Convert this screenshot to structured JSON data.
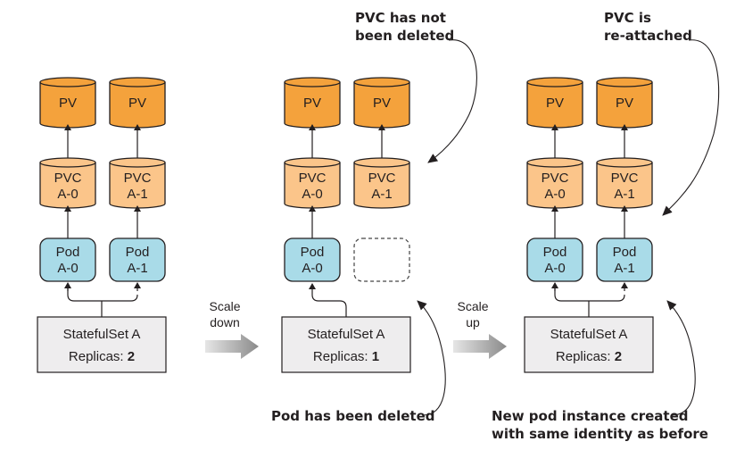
{
  "colors": {
    "pv_fill": "#f4a23c",
    "pvc_fill": "#fbc58a",
    "pod_fill": "#a9dbe8",
    "statefulset_fill": "#eeedee",
    "stroke": "#231f20",
    "arrow_gray": "#8a8a8a"
  },
  "panels": [
    {
      "pvs": [
        {
          "label": "PV"
        },
        {
          "label": "PV"
        }
      ],
      "pvcs": [
        {
          "line1": "PVC",
          "line2": "A-0"
        },
        {
          "line1": "PVC",
          "line2": "A-1"
        }
      ],
      "pods": [
        {
          "line1": "Pod",
          "line2": "A-0",
          "present": true
        },
        {
          "line1": "Pod",
          "line2": "A-1",
          "present": true
        }
      ],
      "statefulset": {
        "name": "StatefulSet A",
        "replicas_label": "Replicas:",
        "replicas": "2"
      }
    },
    {
      "pvs": [
        {
          "label": "PV"
        },
        {
          "label": "PV"
        }
      ],
      "pvcs": [
        {
          "line1": "PVC",
          "line2": "A-0"
        },
        {
          "line1": "PVC",
          "line2": "A-1"
        }
      ],
      "pods": [
        {
          "line1": "Pod",
          "line2": "A-0",
          "present": true
        },
        {
          "line1": "",
          "line2": "",
          "present": false
        }
      ],
      "statefulset": {
        "name": "StatefulSet A",
        "replicas_label": "Replicas:",
        "replicas": "1"
      }
    },
    {
      "pvs": [
        {
          "label": "PV"
        },
        {
          "label": "PV"
        }
      ],
      "pvcs": [
        {
          "line1": "PVC",
          "line2": "A-0"
        },
        {
          "line1": "PVC",
          "line2": "A-1"
        }
      ],
      "pods": [
        {
          "line1": "Pod",
          "line2": "A-0",
          "present": true
        },
        {
          "line1": "Pod",
          "line2": "A-1",
          "present": true
        }
      ],
      "statefulset": {
        "name": "StatefulSet A",
        "replicas_label": "Replicas:",
        "replicas": "2"
      }
    }
  ],
  "transitions": [
    {
      "line1": "Scale",
      "line2": "down"
    },
    {
      "line1": "Scale",
      "line2": "up"
    }
  ],
  "annotations": {
    "pvc_not_deleted": [
      "PVC has not",
      "been deleted"
    ],
    "pvc_reattached": [
      "PVC is",
      "re-attached"
    ],
    "pod_deleted": [
      "Pod has been deleted"
    ],
    "new_pod": [
      "New pod instance created",
      "with same identity as before"
    ]
  }
}
